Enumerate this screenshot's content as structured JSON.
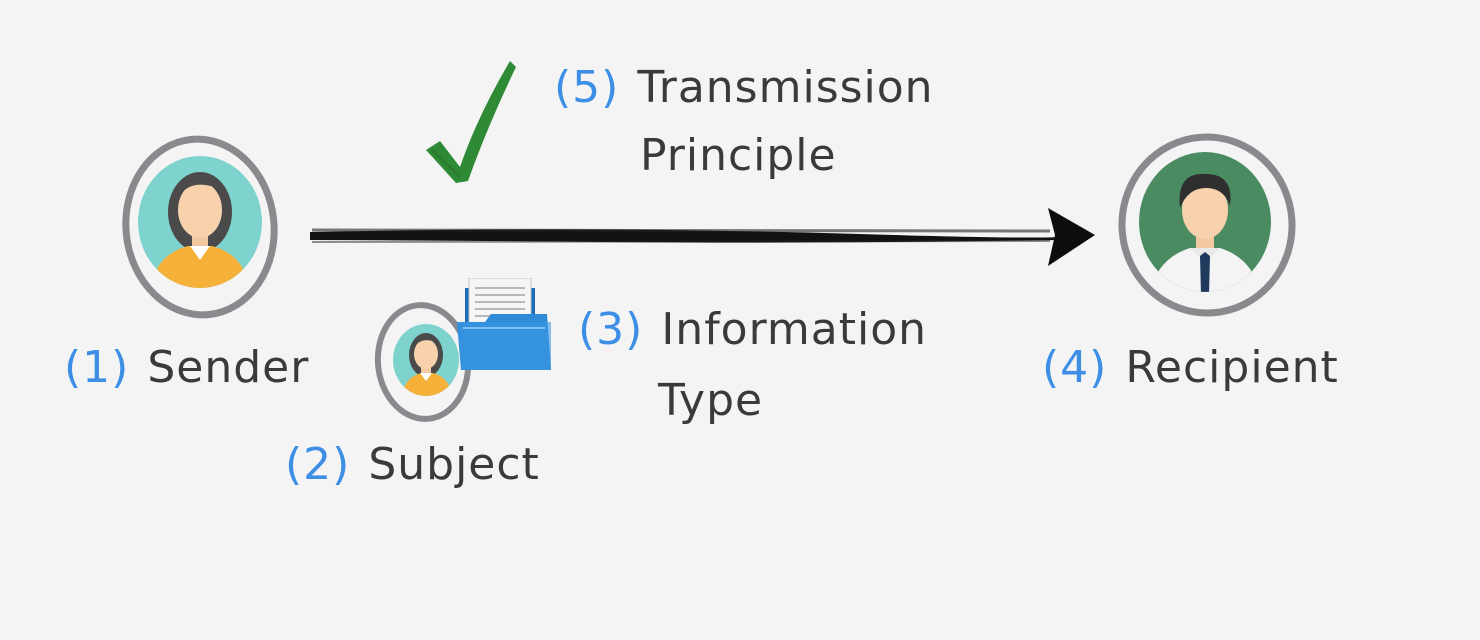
{
  "colors": {
    "background": "#f4f4f4",
    "label_text": "#3a3a3a",
    "label_number": "#3d8fe6",
    "check": "#2f8a35",
    "arrow": "#111111",
    "ring": "#8a8a8e",
    "sender_bg": "#7fd3cf",
    "recipient_bg": "#4b8b62",
    "folder": "#2f8ad8"
  },
  "sender": {
    "number": "(1)",
    "label": "Sender",
    "icon": "female-avatar-icon"
  },
  "subject": {
    "number": "(2)",
    "label": "Subject",
    "icon": "female-avatar-icon"
  },
  "information_type": {
    "number": "(3)",
    "label_line1": "Information",
    "label_line2": "Type",
    "icon": "document-folder-icon"
  },
  "recipient": {
    "number": "(4)",
    "label": "Recipient",
    "icon": "male-avatar-icon"
  },
  "transmission_principle": {
    "number": "(5)",
    "label_line1": "Transmission",
    "label_line2": "Principle",
    "icon": "checkmark-icon"
  },
  "arrow": {
    "direction": "sender-to-recipient",
    "icon": "arrow-right-icon"
  }
}
